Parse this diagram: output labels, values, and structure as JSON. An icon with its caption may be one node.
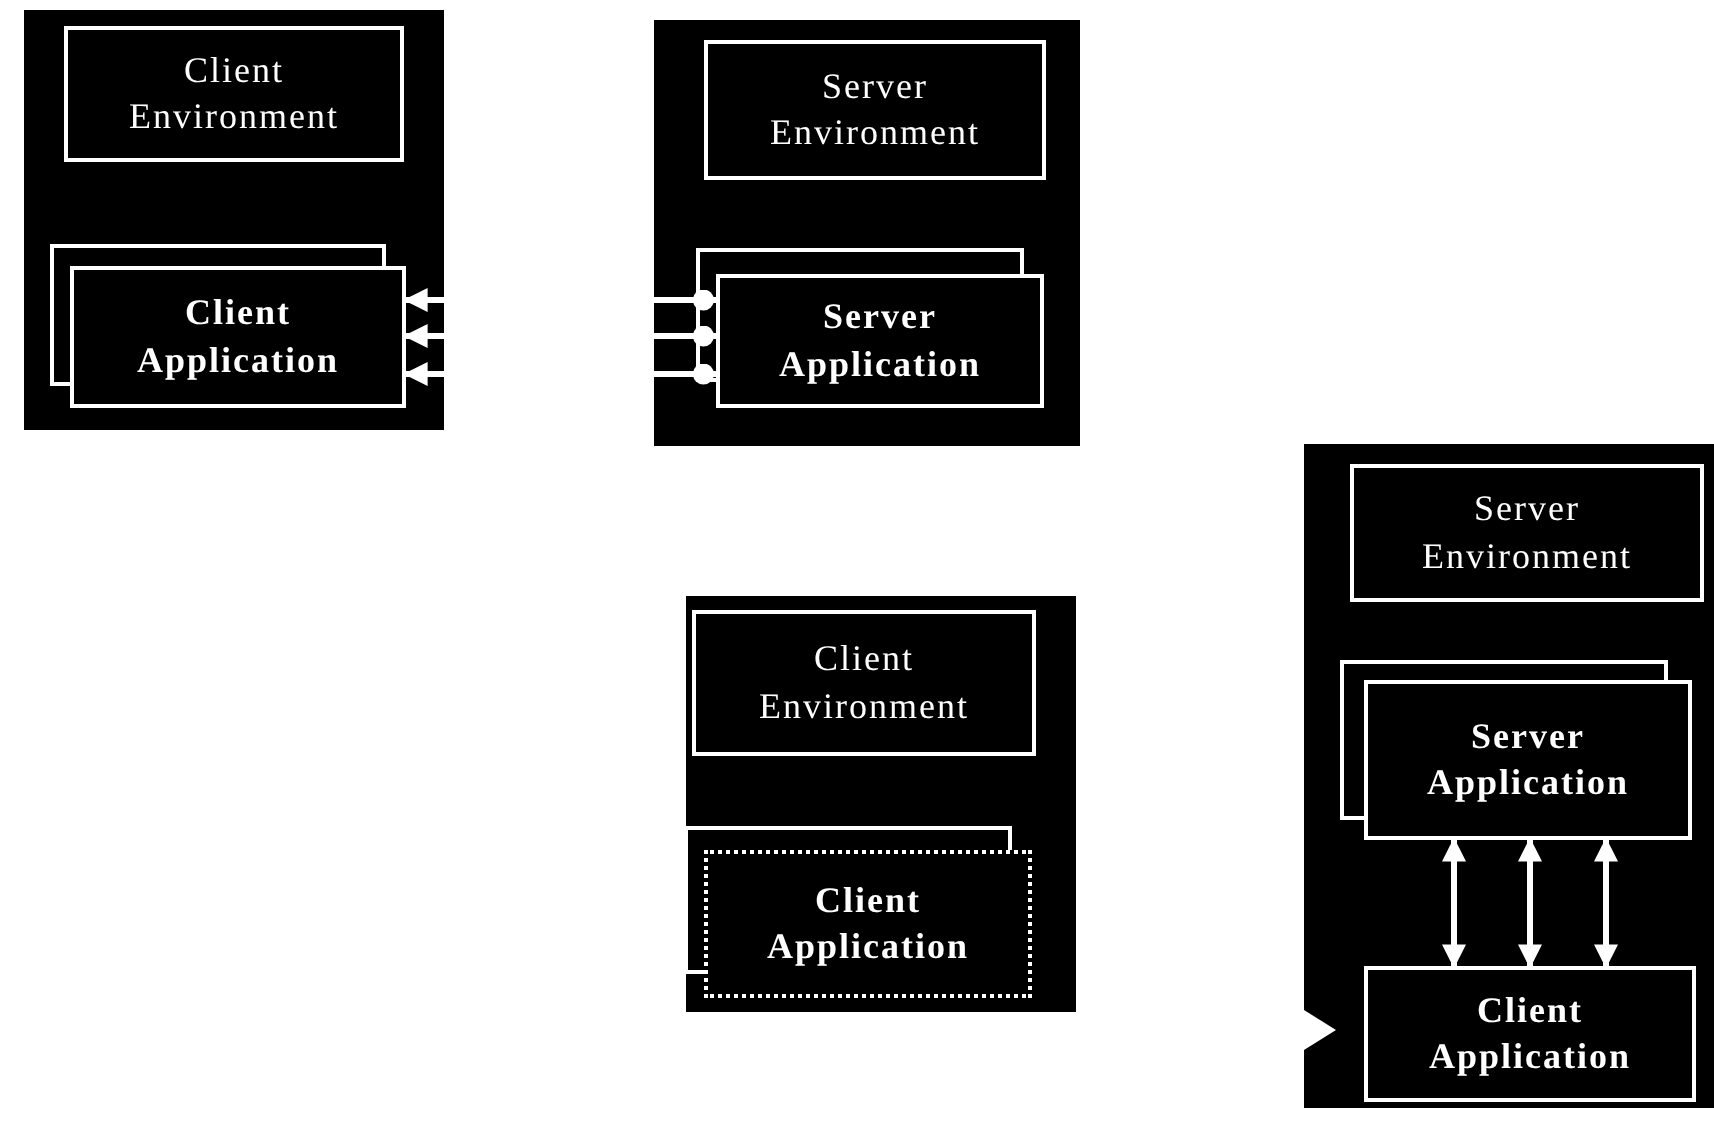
{
  "diagram": {
    "nodes": [
      {
        "text": [],
        "shape": "box"
      },
      {
        "text": [
          "Client Environment"
        ],
        "in": 0
      },
      {
        "text": [
          "Client Application"
        ],
        "in": 0
      },
      {
        "text": [],
        "shape": "box"
      },
      {
        "text": [
          "Server Environment"
        ],
        "in": 3
      },
      {
        "text": [
          "Server Application"
        ],
        "in": 3
      },
      {
        "text": [],
        "shape": "box"
      },
      {
        "text": [
          "Client Environment"
        ],
        "in": 6
      },
      {
        "text": [
          "Client Application"
        ],
        "in": 6
      },
      {
        "text": [],
        "shape": "box"
      },
      {
        "text": [
          "Server Environment"
        ],
        "in": 9
      },
      {
        "text": [
          "Server Application"
        ],
        "in": 9
      },
      {
        "text": [
          "Client Application"
        ],
        "in": 9
      }
    ],
    "edges": [
      {
        "from": null,
        "to": 2,
        "arrow": "to"
      },
      {
        "from": null,
        "to": 2,
        "arrow": "to"
      },
      {
        "from": null,
        "to": 2,
        "arrow": "to"
      },
      {
        "from": 5,
        "to": null,
        "arrow": "other"
      },
      {
        "from": 5,
        "to": null,
        "arrow": "other"
      },
      {
        "from": 5,
        "to": null,
        "arrow": "other"
      },
      {
        "from": 11,
        "to": 12,
        "arrow": "both"
      },
      {
        "from": 11,
        "to": 12,
        "arrow": "both"
      },
      {
        "from": 11,
        "to": 12,
        "arrow": "both"
      }
    ]
  }
}
